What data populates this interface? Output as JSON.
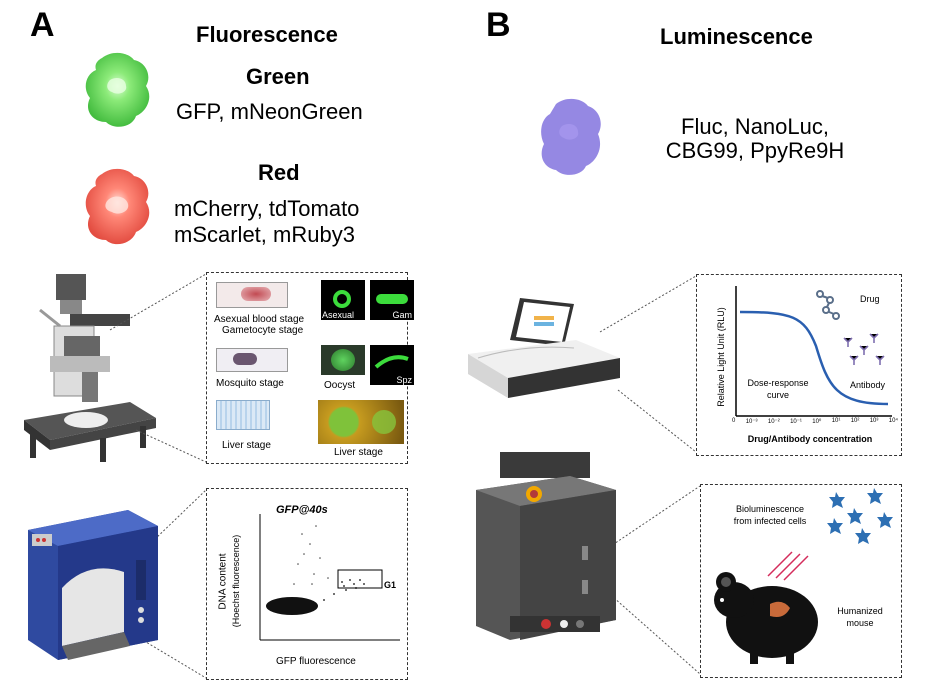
{
  "panel_a": {
    "letter": "A",
    "title": "Fluorescence",
    "green": {
      "heading": "Green",
      "proteins": "GFP, mNeonGreen"
    },
    "red": {
      "heading": "Red",
      "line1": "mCherry, tdTomato",
      "line2": "mScarlet, mRuby3"
    },
    "microscopy": {
      "asexual_line1": "Asexual blood stage",
      "asexual_line2": "Gametocyte stage",
      "mosquito": "Mosquito stage",
      "liver": "Liver stage",
      "tile_asexual": "Asexual",
      "tile_gam": "Gam",
      "tile_oocyst": "Oocyst",
      "tile_spz": "Spz",
      "tile_liver": "Liver stage"
    },
    "flow": {
      "title": "GFP@40s",
      "gate": "G1",
      "ylabel1": "DNA content",
      "ylabel2": "(Hoechst fluorescence)",
      "xlabel": "GFP fluorescence"
    }
  },
  "panel_b": {
    "letter": "B",
    "title": "Luminescence",
    "line1": "Fluc, NanoLuc,",
    "line2": "CBG99, PpyRe9H",
    "curve": {
      "ylabel": "Relative Light Unit (RLU)",
      "xlabel": "Drug/Antibody concentration",
      "drug": "Drug",
      "antibody": "Antibody",
      "dr1": "Dose-response",
      "dr2": "curve",
      "x_ticks": [
        "0",
        "10⁻³",
        "10⁻²",
        "10⁻¹",
        "10⁰",
        "10¹",
        "10²",
        "10³",
        "10⁴"
      ]
    },
    "invivo": {
      "bio1": "Bioluminescence",
      "bio2": "from infected cells",
      "mouse1": "Humanized",
      "mouse2": "mouse"
    }
  }
}
